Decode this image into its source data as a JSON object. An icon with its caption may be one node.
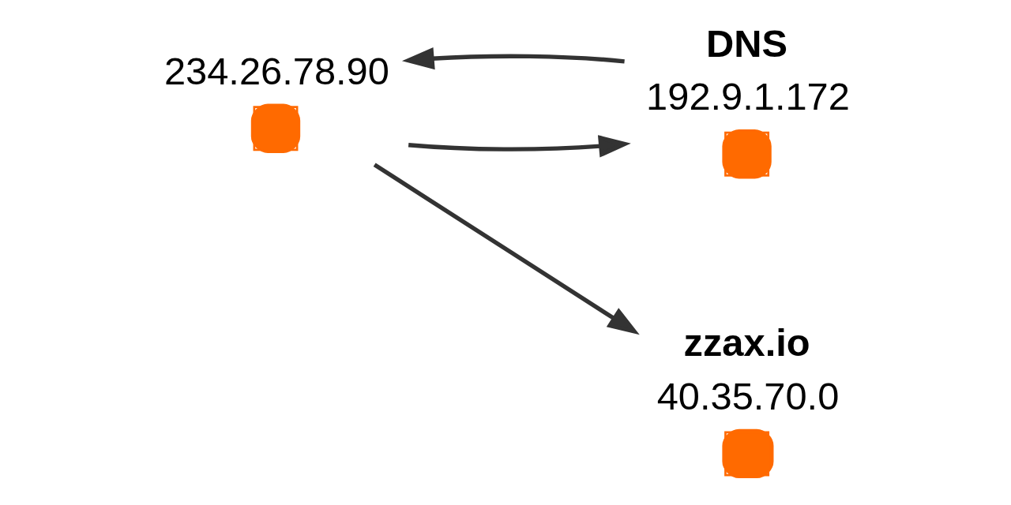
{
  "diagram": {
    "nodes": [
      {
        "text": [
          "234.26.78.90"
        ]
      },
      {
        "text": [
          "DNS",
          "192.9.1.172"
        ]
      },
      {
        "text": [
          "zzax.io",
          "40.35.70.0"
        ]
      }
    ],
    "edges": [
      {
        "from": 0,
        "to": 1,
        "arrow": "to"
      },
      {
        "from": 1,
        "to": 0,
        "arrow": "to"
      },
      {
        "from": 0,
        "to": 2,
        "arrow": "to"
      }
    ]
  }
}
